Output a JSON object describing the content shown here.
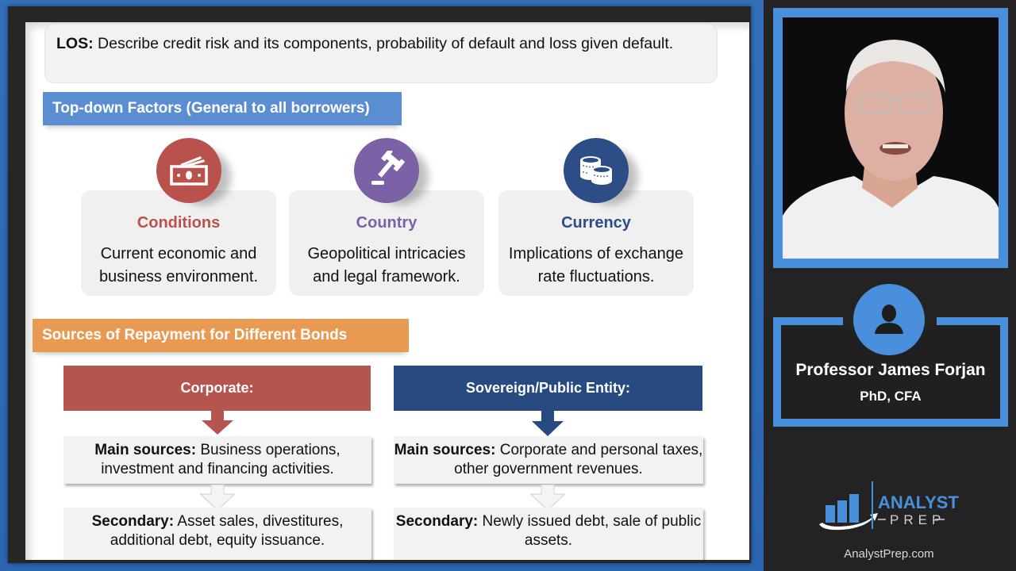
{
  "slide": {
    "los": {
      "label": "LOS:",
      "text": " Describe credit risk and its components, probability of default and loss given default."
    },
    "section1": {
      "title": "Top-down Factors (General to all borrowers)",
      "color": "#5b8ed1"
    },
    "factors": [
      {
        "icon": "money-bills-icon",
        "title": "Conditions",
        "desc": "Current economic and business environment.",
        "color": "#b9524c"
      },
      {
        "icon": "gavel-icon",
        "title": "Country",
        "desc": "Geopolitical intricacies and legal framework.",
        "color": "#7b61a5"
      },
      {
        "icon": "coins-icon",
        "title": "Currency",
        "desc": "Implications of exchange rate fluctuations.",
        "color": "#2c4d85"
      }
    ],
    "section2": {
      "title": "Sources of Repayment for Different Bonds",
      "color": "#e99a52"
    },
    "bonds": [
      {
        "title": "Corporate:",
        "color": "#b5554f",
        "main_label": "Main sources:",
        "main_text": " Business operations, investment and financing activities.",
        "secondary_label": "Secondary:",
        "secondary_text": " Asset sales, divestitures, additional debt, equity issuance."
      },
      {
        "title": "Sovereign/Public Entity:",
        "color": "#274a80",
        "main_label": "Main sources:",
        "main_text": " Corporate and personal taxes, other government revenues.",
        "secondary_label": "Secondary:",
        "secondary_text": " Newly issued debt, sale of public assets."
      }
    ]
  },
  "presenter": {
    "name": "Professor James Forjan",
    "credentials": "PhD, CFA",
    "avatar_icon": "user-icon"
  },
  "brand": {
    "logo_top": "ANALYST",
    "logo_bottom": "PREP",
    "website": "AnalystPrep.com",
    "accent": "#4a8fdc"
  }
}
